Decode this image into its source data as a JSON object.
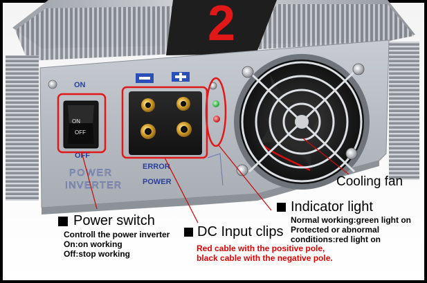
{
  "panel": {
    "on_label": "ON",
    "off_label": "OFF",
    "switch_on": "ON",
    "switch_off": "OFF",
    "silk_power": "POWER",
    "silk_inverter": "INVERTER",
    "silk_error": "ERROR",
    "silk_power2": "POWER",
    "brand_digit": "2"
  },
  "annotations": {
    "cooling_fan": "Cooling fan",
    "indicator": {
      "title": "Indicator light",
      "lines": [
        "Normal working:green light on",
        "Protected or abnormal",
        "conditions:red light on"
      ]
    },
    "power_switch": {
      "title": "Power switch",
      "lines": [
        "Controll the power inverter",
        "On:on working",
        "Off:stop working"
      ]
    },
    "dc_input": {
      "title": "DC Input clips",
      "lines": [
        "Red cable with the positive pole,",
        "black cable with the negative pole."
      ]
    }
  },
  "colors": {
    "highlight": "#e01818",
    "leader": "#c41010",
    "metal": "#b9bec5",
    "note_red": "#e00000"
  }
}
